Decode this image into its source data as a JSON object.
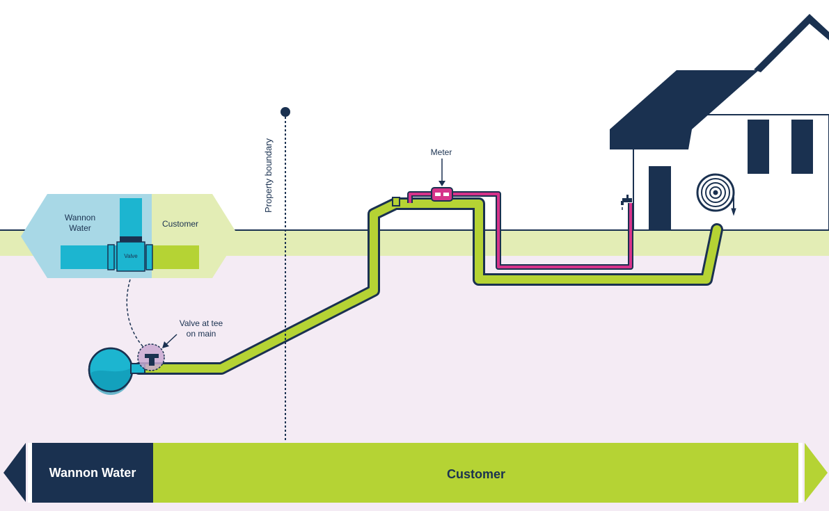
{
  "inset": {
    "left_label_line1": "Wannon",
    "left_label_line2": "Water",
    "right_label": "Customer",
    "valve_label": "Valve"
  },
  "labels": {
    "property_boundary": "Property boundary",
    "meter": "Meter",
    "valve_tee_line1": "Valve at tee",
    "valve_tee_line2": "on main"
  },
  "bottom_bar": {
    "left_label": "Wannon Water",
    "right_label": "Customer"
  },
  "colors": {
    "navy": "#1a3150",
    "green": "#b5d334",
    "light_green": "#e3edb5",
    "ground": "#f4ebf4",
    "teal": "#1cb5d0",
    "light_blue": "#a8d8e6",
    "magenta": "#d6338a",
    "valve_circle": "#c9a9d1"
  },
  "icons": [
    "water-main-icon",
    "valve-tee-icon",
    "meter-icon",
    "tap-icon",
    "hose-reel-icon",
    "house-icon"
  ]
}
